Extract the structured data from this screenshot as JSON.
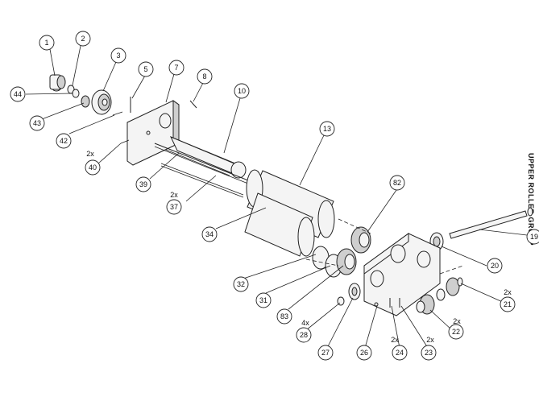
{
  "title": "UPPER ROLLER GROUP",
  "callouts": [
    {
      "id": "1",
      "label": "1"
    },
    {
      "id": "2",
      "label": "2"
    },
    {
      "id": "3",
      "label": "3"
    },
    {
      "id": "5",
      "label": "5"
    },
    {
      "id": "7",
      "label": "7"
    },
    {
      "id": "8",
      "label": "8"
    },
    {
      "id": "10",
      "label": "10"
    },
    {
      "id": "13",
      "label": "13"
    },
    {
      "id": "19",
      "label": "19"
    },
    {
      "id": "20",
      "label": "20"
    },
    {
      "id": "21",
      "label": "21",
      "qty": "2x"
    },
    {
      "id": "22",
      "label": "22",
      "qty": "2x"
    },
    {
      "id": "23",
      "label": "23",
      "qty": "2x"
    },
    {
      "id": "24",
      "label": "24",
      "qty": "2x"
    },
    {
      "id": "26",
      "label": "26"
    },
    {
      "id": "27",
      "label": "27"
    },
    {
      "id": "28",
      "label": "28",
      "qty": "4x"
    },
    {
      "id": "31",
      "label": "31"
    },
    {
      "id": "32",
      "label": "32"
    },
    {
      "id": "34",
      "label": "34"
    },
    {
      "id": "37",
      "label": "37",
      "qty": "2x"
    },
    {
      "id": "39",
      "label": "39"
    },
    {
      "id": "40",
      "label": "40",
      "qty": "2x"
    },
    {
      "id": "42",
      "label": "42"
    },
    {
      "id": "43",
      "label": "43"
    },
    {
      "id": "44",
      "label": "44"
    },
    {
      "id": "82",
      "label": "82"
    },
    {
      "id": "83",
      "label": "83"
    }
  ]
}
